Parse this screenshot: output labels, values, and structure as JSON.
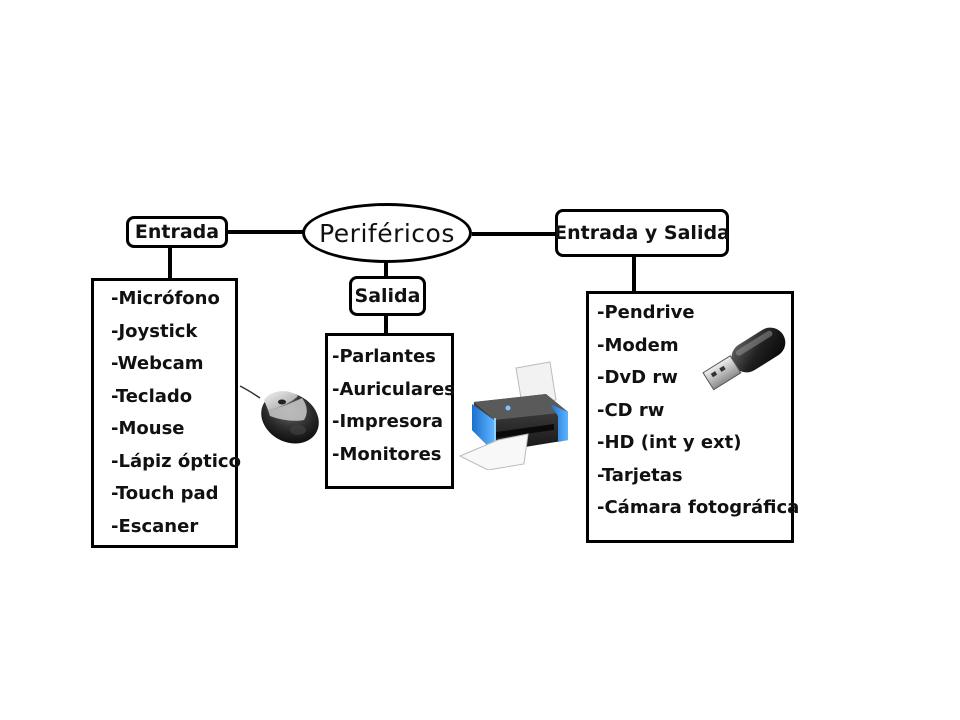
{
  "diagram": {
    "root": {
      "label": "Periféricos"
    },
    "categories": {
      "entrada": {
        "label": "Entrada",
        "items": [
          "-Micrófono",
          "-Joystick",
          "-Webcam",
          "-Teclado",
          "-Mouse",
          "-Lápiz óptico",
          "-Touch pad",
          "-Escaner"
        ]
      },
      "salida": {
        "label": "Salida",
        "items": [
          "-Parlantes",
          "-Auriculares",
          "-Impresora",
          "-Monitores"
        ]
      },
      "entrada_salida": {
        "label": "Entrada y Salida",
        "items": [
          "-Pendrive",
          "-Modem",
          "-DvD rw",
          "-CD rw",
          "-HD (int y ext)",
          "-Tarjetas",
          "-Cámara fotográfica"
        ]
      }
    },
    "illustrations": {
      "mouse": "mouse-icon",
      "printer": "printer-icon",
      "usb": "usb-drive-icon"
    }
  }
}
